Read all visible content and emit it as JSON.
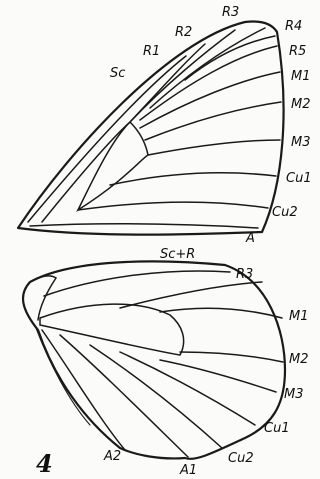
{
  "figure_number": "4",
  "forewing": {
    "vein_labels": {
      "sc": "Sc",
      "r1": "R1",
      "r2": "R2",
      "r3": "R3",
      "r4": "R4",
      "r5": "R5",
      "m1": "M1",
      "m2": "M2",
      "m3": "M3",
      "cu1": "Cu1",
      "cu2": "Cu2",
      "a": "A"
    }
  },
  "hindwing": {
    "vein_labels": {
      "scr": "Sc+R",
      "r3": "R3",
      "m1": "M1",
      "m2": "M2",
      "m3": "M3",
      "cu1": "Cu1",
      "cu2": "Cu2",
      "a1": "A1",
      "a2": "A2"
    }
  }
}
